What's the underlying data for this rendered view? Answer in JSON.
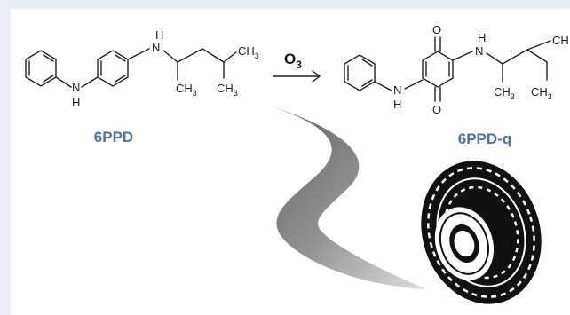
{
  "reactant": {
    "label": "6PPD",
    "atoms": {
      "nh": "N",
      "h": "H",
      "ch3_a": "CH",
      "ch3_b": "CH",
      "ch3_c": "CH",
      "sub": "3"
    }
  },
  "reagent": {
    "text": "O",
    "sub": "3"
  },
  "product": {
    "label": "6PPD-q",
    "atoms": {
      "o": "O",
      "nh": "N",
      "h": "H",
      "ch3_a": "CH",
      "ch3_b": "CH",
      "ch3_c": "CH",
      "sub": "3"
    }
  },
  "colors": {
    "label": "#4a72b0",
    "background": "#e9eef6",
    "swoosh_dark": "#555555",
    "swoosh_light": "#f2f2f2"
  },
  "icons": {
    "tire": "tire-icon",
    "swoosh": "swoosh-arrow-icon"
  }
}
